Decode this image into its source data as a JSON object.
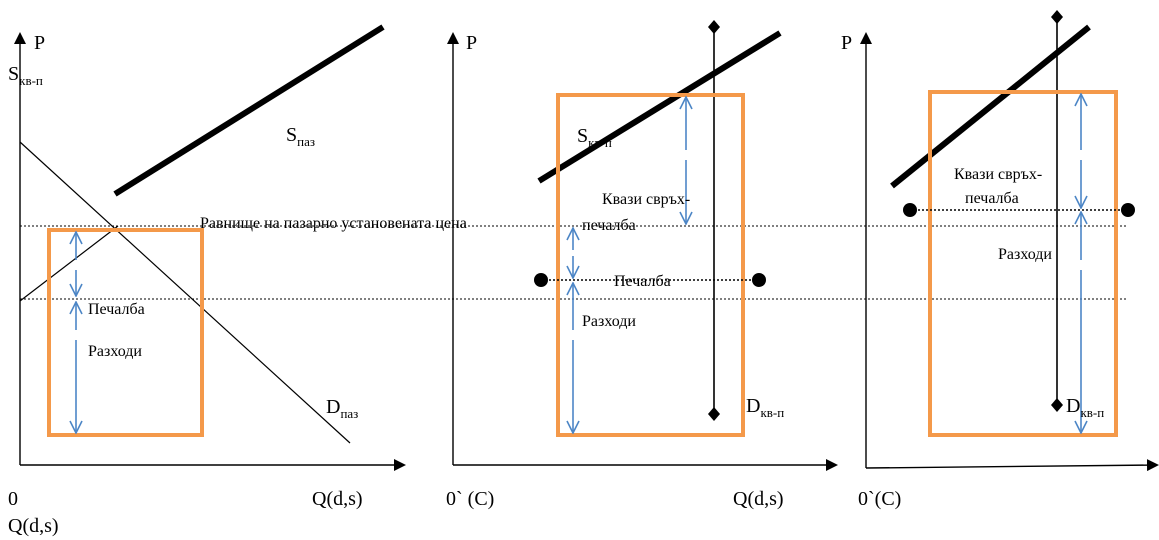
{
  "colors": {
    "box": "#f4994a",
    "arrow": "#4d86c6",
    "line": "#000000"
  },
  "reference_line_label": "Равнище на пазарно установената цена",
  "panel1": {
    "axis_p": "P",
    "axis_s_main": "S",
    "axis_s_sub": "кв-п",
    "origin": "0",
    "axis_q": "Q(d,s)",
    "axis_q_below": "Q(d,s)",
    "supply_main": "S",
    "supply_sub": "паз",
    "demand_main": "D",
    "demand_sub": "паз",
    "profit": "Печалба",
    "costs": "Разходи"
  },
  "panel2": {
    "axis_p": "P",
    "origin": "0` (C)",
    "axis_q": "Q(d,s)",
    "supply_main": "S",
    "supply_sub": "кв-п",
    "demand_main": "D",
    "demand_sub": "кв-п",
    "quasi_line1": "Квази свръх-",
    "quasi_line2": "печалба",
    "profit": "Печалба",
    "costs": "Разходи"
  },
  "panel3": {
    "axis_p": "P",
    "origin": "0`(C)",
    "demand_main": "D",
    "demand_sub": "кв-п",
    "quasi_line1": "Квази свръх-",
    "quasi_line2": "печалба",
    "costs": "Разходи"
  }
}
